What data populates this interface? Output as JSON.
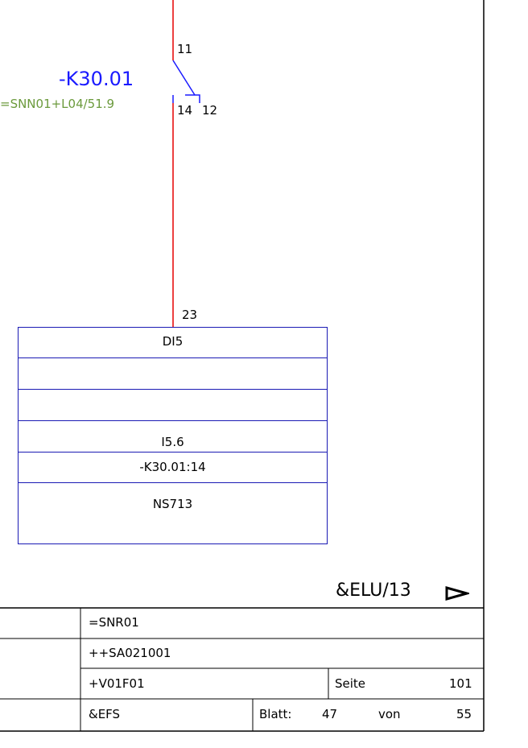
{
  "contact": {
    "terminal_top": "11",
    "terminal_no": "14",
    "terminal_nc": "12",
    "device_tag": "-K30.01",
    "device_ref": "=SNN01+L04/51.9",
    "colors": {
      "wire": "#e60000",
      "symbol": "#1a1aff",
      "ref": "#6b9a3c"
    }
  },
  "plc_module": {
    "terminal": "23",
    "rows": [
      "DI5",
      "",
      "",
      "I5.6",
      "-K30.01:14",
      "NS713"
    ]
  },
  "cross_ref": {
    "text": "&ELU/13",
    "arrow_icon": "triangle-right-icon"
  },
  "title_block": {
    "function": "=SNR01",
    "installation": "++SA021001",
    "location": "+V01F01",
    "document": "&EFS",
    "seite_label": "Seite",
    "seite_value": "101",
    "blatt_label": "Blatt:",
    "blatt_value": "47",
    "von_label": "von",
    "von_value": "55"
  }
}
